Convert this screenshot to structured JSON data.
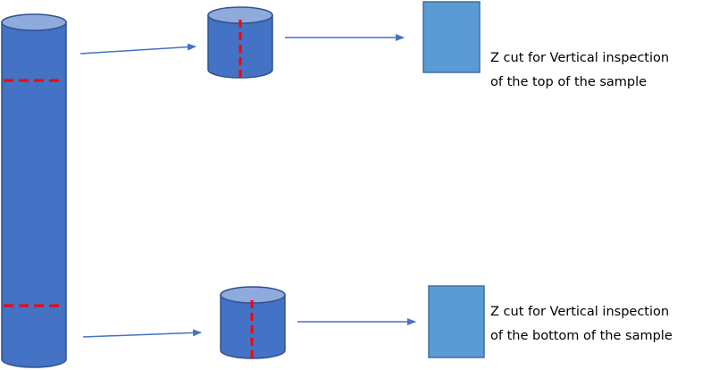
{
  "colors": {
    "cylinder_fill": "#4472c4",
    "cylinder_top": "#8faadc",
    "cylinder_stroke": "#2f528f",
    "cut_line": "#ff0000",
    "square_fill": "#5b9bd5",
    "square_stroke": "#41719c",
    "arrow": "#4472c4"
  },
  "top_path": {
    "label_line1": "Z cut for Vertical inspection",
    "label_line2": "of the top of the sample"
  },
  "bottom_path": {
    "label_line1": "Z cut for Vertical inspection",
    "label_line2": "of the bottom of the sample"
  }
}
